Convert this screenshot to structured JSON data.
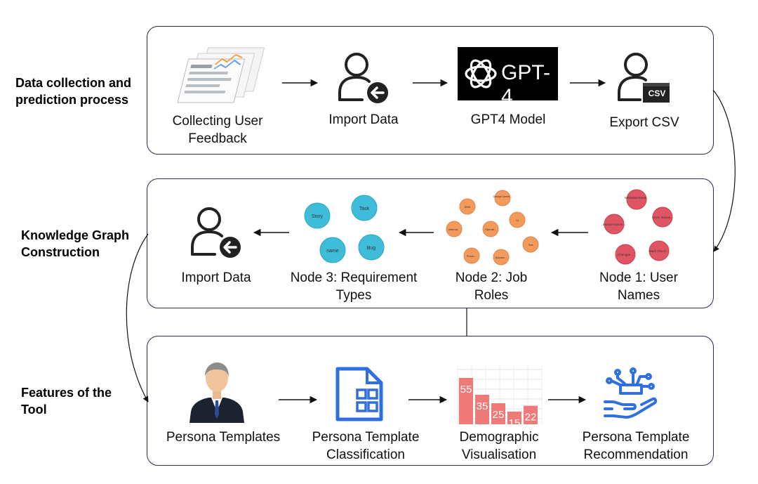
{
  "sections": {
    "collection": {
      "label_line1": "Data collection and",
      "label_line2": "prediction process"
    },
    "graph": {
      "label_line1": "Knowledge Graph",
      "label_line2": "Construction"
    },
    "features": {
      "label_line1": "Features of the",
      "label_line2": "Tool"
    }
  },
  "row1": {
    "collecting": {
      "line1": "Collecting User",
      "line2": "Feedback"
    },
    "import": {
      "line1": "Import Data"
    },
    "gpt_model": {
      "line1": "GPT4 Model"
    },
    "gpt_logo_text": "GPT-4",
    "export": {
      "line1": "Export CSV"
    },
    "csv_badge": "CSV"
  },
  "row2": {
    "import": {
      "line1": "Import Data"
    },
    "node3": {
      "line1": "Node 3: Requirement",
      "line2": "Types"
    },
    "node2": {
      "line1": "Node 2: Job",
      "line2": "Roles"
    },
    "node1": {
      "line1": "Node 1: User",
      "line2": "Names"
    },
    "node3_bubbles": [
      "Story",
      "Task",
      "name",
      "Bug"
    ],
    "node2_bubbles": [
      "Design Devel...",
      "SWA",
      "Informa...",
      "Operati...",
      "Ui",
      "Test",
      "Produ...",
      "Advanc..."
    ],
    "node1_bubbles": [
      "Mehrdad Nurol...",
      "Suman Karum...",
      "Kevin Swoon...",
      "Chengpe...",
      "Mark Chu-C..."
    ]
  },
  "row3": {
    "templates": {
      "line1": "Persona Templates"
    },
    "classification": {
      "line1": "Persona Template",
      "line2": "Classification"
    },
    "visualisation": {
      "line1": "Demographic",
      "line2": "Visualisation"
    },
    "recommendation": {
      "line1": "Persona Template",
      "line2": "Recommendation"
    },
    "bar_values": [
      55,
      35,
      25,
      15,
      22
    ]
  },
  "colors": {
    "panel_border": "#2b2b4f",
    "node_blue": "#3fbcd8",
    "node_orange": "#f39a5c",
    "node_red": "#e05563",
    "accent_blue": "#2f6fe0",
    "bar_red": "#f07a77"
  }
}
